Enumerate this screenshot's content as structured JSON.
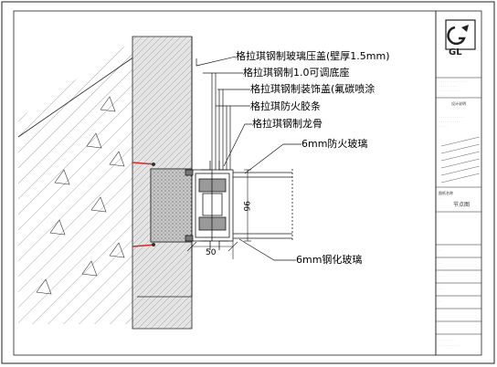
{
  "callouts": [
    "格拉琪钢制玻璃压盖(壁厚1.5mm)",
    "格拉琪钢制1.0可调底座",
    "格拉琪钢制装饰盖(氟碳喷涂",
    "格拉琪防火胶条",
    "格拉琪钢制龙骨",
    "6mm防火玻璃",
    "6mm钢化玻璃"
  ],
  "dimensions": {
    "width": "50",
    "depth": "96"
  },
  "title_block": {
    "logo": "GL",
    "company_lines": [
      "· · · · · · · · · · · · · · · ·",
      "· · · · · · · · · ·",
      "· · · · · · · · · · · ·",
      "· · · · · · ·"
    ],
    "notes_title": "设计说明",
    "notes_sub": "· · · · ·",
    "notes_body": [
      "· · · · · · · · · · · · · ·",
      "· · · · · · · · · · · ·",
      "· · · · ·"
    ],
    "drawing_name_label": "图纸名称",
    "drawing_name_sub": "· · ·",
    "drawing_name": "节点图",
    "rows": [
      "· ·",
      "· · ·",
      "· ·",
      "· · ·",
      "· ·"
    ],
    "footer": [
      "· · · · · · · · · ·",
      "· · · · · · · · · · · · ·"
    ]
  },
  "colors": {
    "line": "#1a1a1a",
    "hatch": "#6a6a6a",
    "concrete": "#dcdcdc",
    "anchor": "#d12a2a",
    "steel": "#9a9a9a",
    "insulation": "#8c8c8c"
  }
}
